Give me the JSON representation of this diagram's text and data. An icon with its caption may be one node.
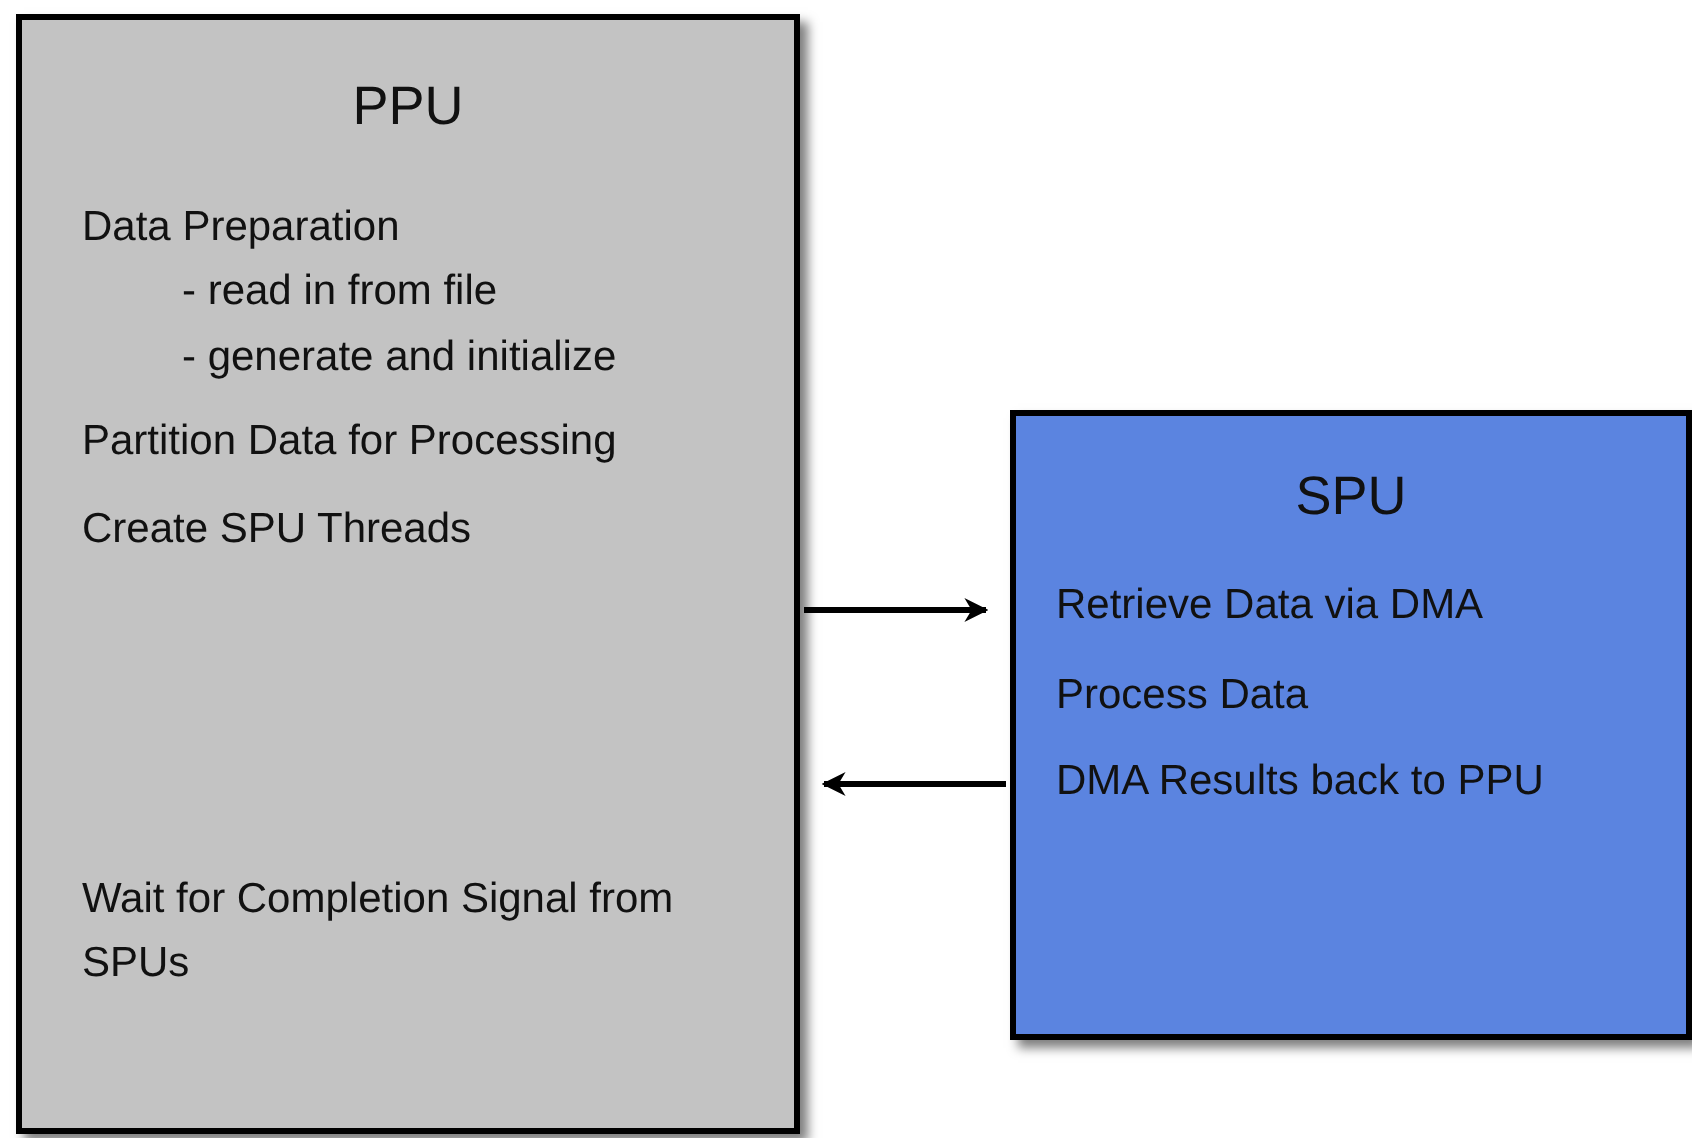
{
  "diagram": {
    "nodes": [
      {
        "text": [
          "PPU",
          "Data Preparation",
          "- read in from file",
          "- generate and initialize",
          "Partition Data for Processing",
          "Create SPU Threads",
          "Wait for Completion Signal from SPUs"
        ]
      },
      {
        "text": [
          "SPU",
          "Retrieve Data via DMA",
          "Process Data",
          "DMA Results back to PPU"
        ]
      }
    ],
    "edges": [
      {
        "from": 0,
        "to": 1,
        "arrow": "to"
      },
      {
        "from": 1,
        "to": 0,
        "arrow": "to"
      }
    ]
  }
}
